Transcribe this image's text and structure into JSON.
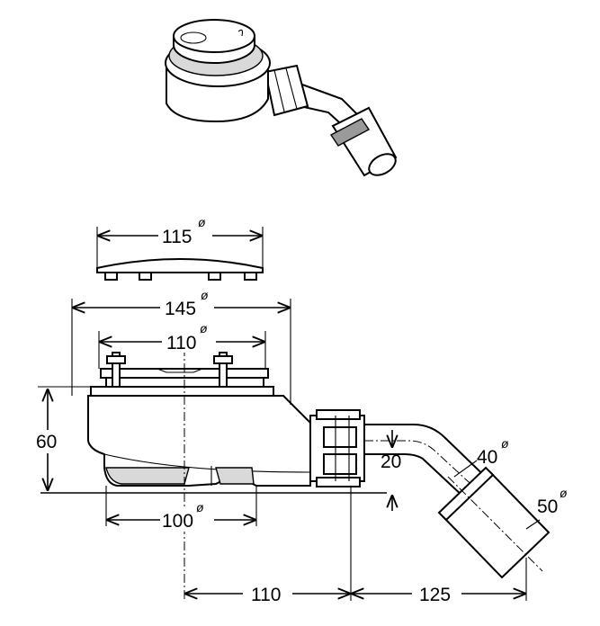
{
  "dimensions": {
    "cover_diameter": "115",
    "outer_diameter": "145",
    "inner_diameter": "110",
    "height": "60",
    "water_seal": "20",
    "outlet_inner": "40",
    "outlet_outer": "50",
    "base_width": "100",
    "center_to_outlet": "110",
    "outlet_length": "125"
  },
  "diameter_symbol": "ø"
}
